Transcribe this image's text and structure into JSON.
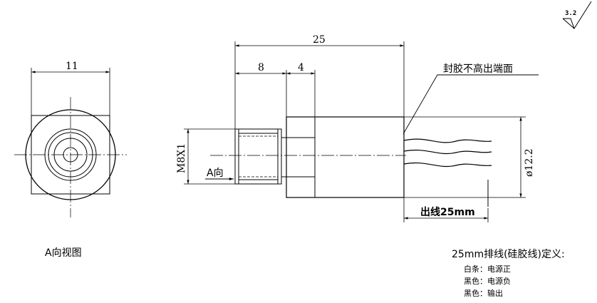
{
  "roughness": "3.2",
  "dims": {
    "total_length": "25",
    "thread_length": "8",
    "step_length": "4",
    "width_a": "11",
    "thread_spec": "M8X1",
    "diameter": "ø12.2",
    "cable_length": "出线25mm"
  },
  "annotations": {
    "seal_note": "封胶不高出端面",
    "view_dir": "A向",
    "view_title": "A向视图"
  },
  "legend": {
    "title": "25mm排线(硅胶线)定义:",
    "items": [
      "白条：电源正",
      "黑色：电源负",
      "黑色：输出"
    ]
  }
}
